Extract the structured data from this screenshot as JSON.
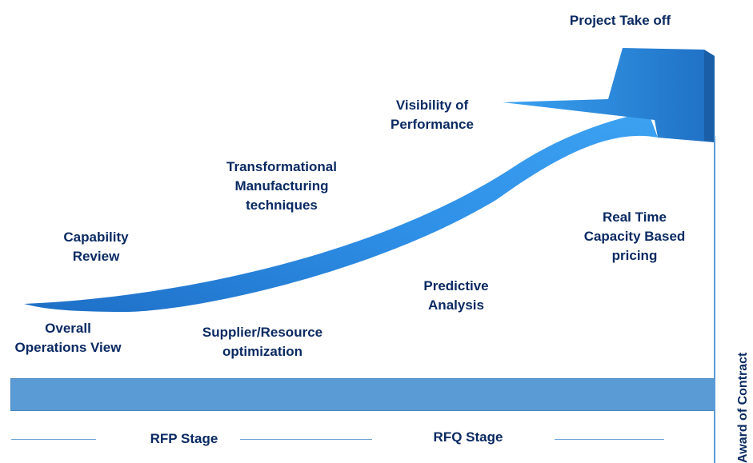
{
  "labels": {
    "project_take_off": "Project Take off",
    "visibility": [
      "Visibility of",
      "Performance"
    ],
    "transformational": [
      "Transformational",
      "Manufacturing",
      "techniques"
    ],
    "capability": [
      "Capability",
      "Review"
    ],
    "real_time": [
      "Real Time",
      "Capacity Based",
      "pricing"
    ],
    "predictive": [
      "Predictive",
      "Analysis"
    ],
    "overall": [
      "Overall",
      "Operations View"
    ],
    "supplier": [
      "Supplier/Resource",
      "optimization"
    ]
  },
  "stages": {
    "rfp": "RFP Stage",
    "rfq": "RFQ Stage"
  },
  "award": "Award of Contract",
  "colors": {
    "arrow": "#2f8fe0",
    "arrow_dark": "#1f6fc0",
    "bar": "#5b9bd5",
    "text": "#0b2a62"
  }
}
